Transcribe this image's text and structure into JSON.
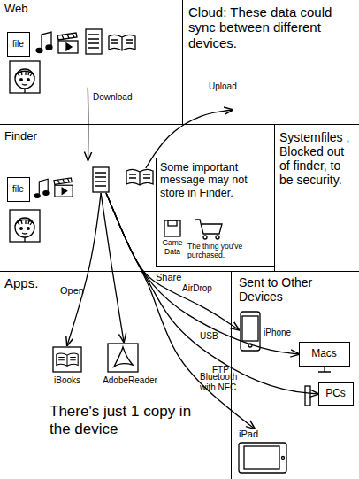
{
  "diagram": {
    "nodes": [
      {
        "text": [
          "Web"
        ]
      },
      {
        "text": [
          "file"
        ],
        "in": 0
      },
      {
        "text": [
          "Cloud: These data could sync between different devices."
        ]
      },
      {
        "text": [
          "Finder"
        ]
      },
      {
        "text": [
          "file"
        ],
        "in": 3
      },
      {
        "text": [
          "Some important message may not store in Finder."
        ],
        "in": 3
      },
      {
        "text": [
          "Systemfiles , Blocked out of finder, to be security."
        ]
      },
      {
        "text": [
          "Apps."
        ]
      },
      {
        "text": [
          "iBooks"
        ],
        "in": 7
      },
      {
        "text": [
          "AdobeReader"
        ],
        "in": 7
      },
      {
        "text": [
          "Sent to Other Devices"
        ]
      },
      {
        "text": [
          "iPhone"
        ],
        "in": 10
      },
      {
        "text": [
          "Macs"
        ],
        "in": 10
      },
      {
        "text": [
          "PCs"
        ],
        "in": 10
      },
      {
        "text": [
          "iPad"
        ],
        "in": 10
      }
    ],
    "edges": [
      {
        "from": 0,
        "to": 3,
        "label": "Download",
        "arrow": "to"
      },
      {
        "from": 3,
        "to": 2,
        "label": "Upload",
        "arrow": "to"
      },
      {
        "from": 3,
        "to": 8,
        "label": "Open",
        "arrow": "to"
      },
      {
        "from": 3,
        "to": 9,
        "arrow": "to"
      },
      {
        "from": 3,
        "to": 11,
        "label": "AirDrop",
        "arrow": "to"
      },
      {
        "from": 3,
        "to": 12,
        "label": "USB",
        "arrow": "to"
      },
      {
        "from": 3,
        "to": 13,
        "label": "FTP",
        "arrow": "to"
      },
      {
        "from": 3,
        "to": 14,
        "label": "Bluetooth with NFC",
        "arrow": "to"
      }
    ],
    "labels": [
      "Game Data",
      "The thing you've purchased.",
      "Share",
      "There's just 1 copy in the device"
    ]
  }
}
